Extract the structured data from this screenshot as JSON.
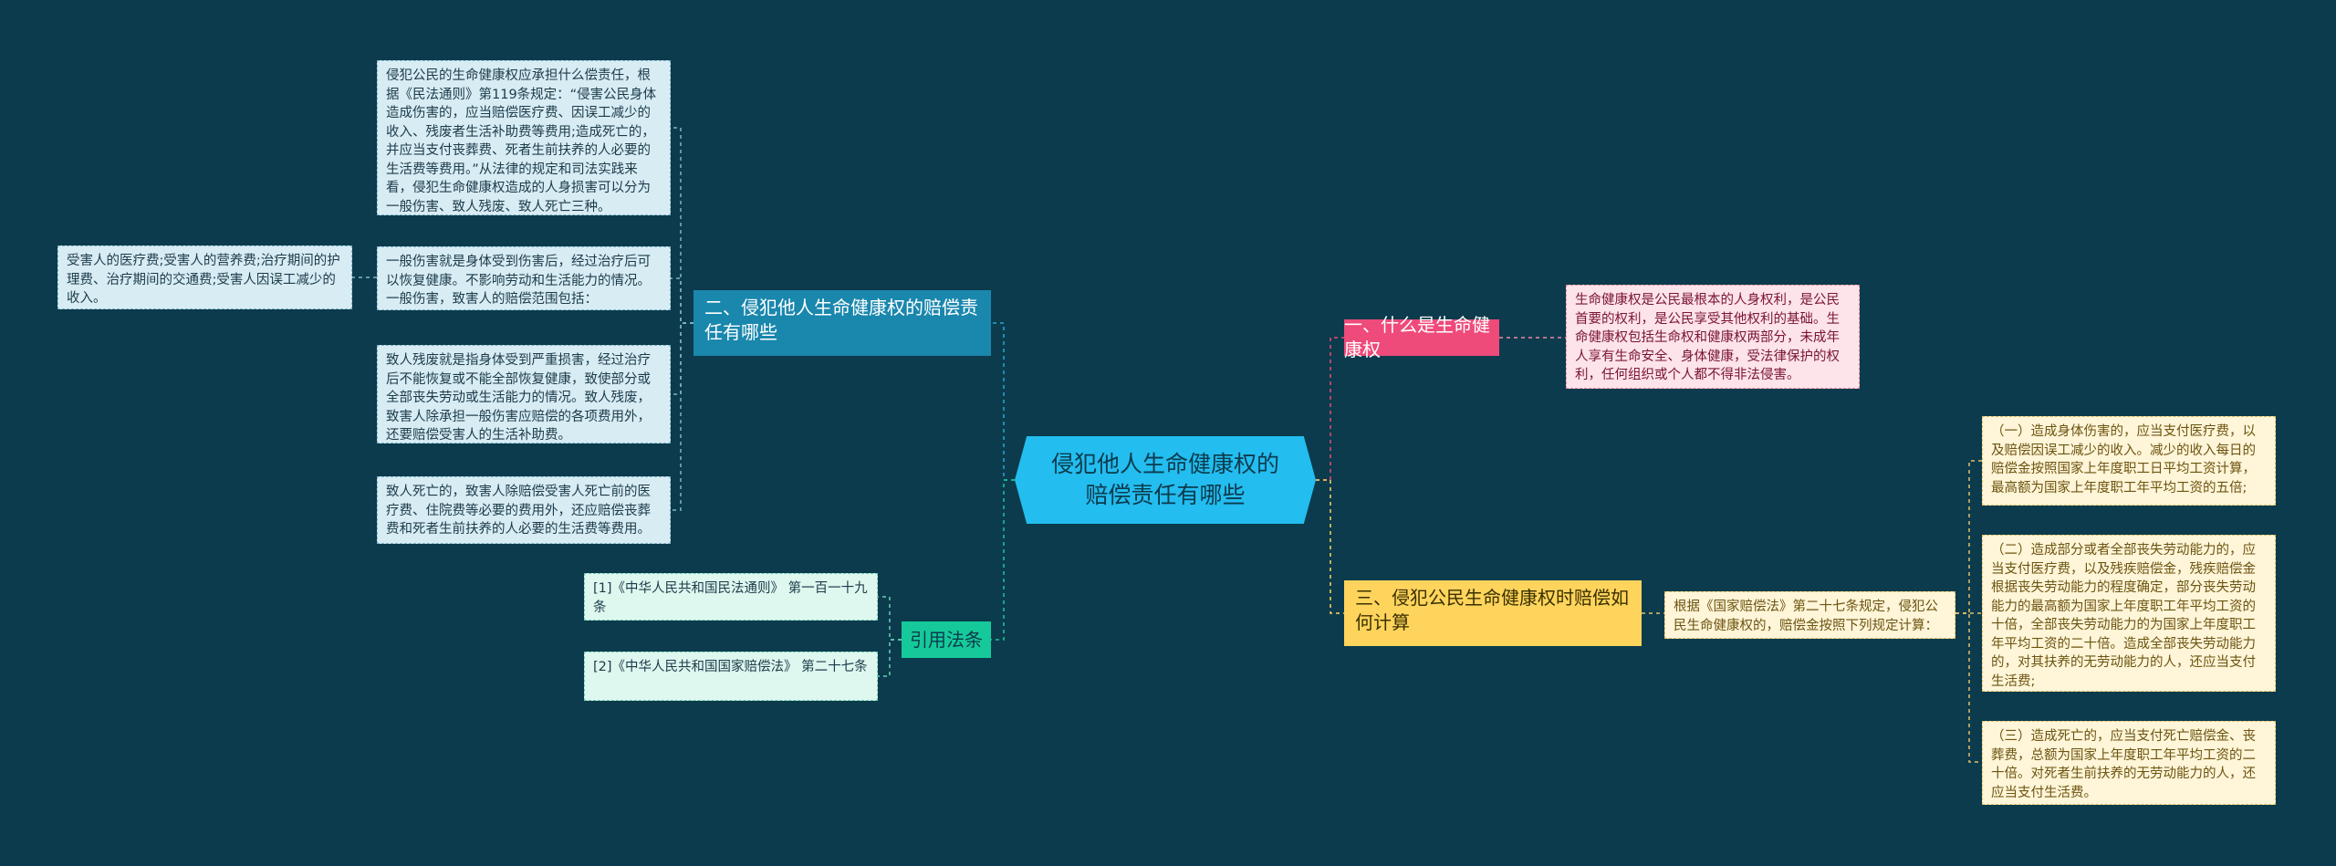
{
  "center": "侵犯他人生命健康权的赔偿责任有哪些",
  "branches": {
    "two": "二、侵犯他人生命健康权的赔偿责任有哪些",
    "cite": "引用法条",
    "one": "一、什么是生命健康权",
    "three": "三、侵犯公民生命健康权时赔偿如何计算"
  },
  "leaves": {
    "two_1": "侵犯公民的生命健康权应承担什么偿责任，根据《民法通则》第119条规定：“侵害公民身体造成伤害的，应当赔偿医疗费、因误工减少的收入、残废者生活补助费等费用;造成死亡的，并应当支付丧葬费、死者生前扶养的人必要的生活费等费用。”从法律的规定和司法实践来看，侵犯生命健康权造成的人身损害可以分为一般伤害、致人残废、致人死亡三种。",
    "two_2": "一般伤害就是身体受到伤害后，经过治疗后可以恢复健康。不影响劳动和生活能力的情况。一般伤害，致害人的赔偿范围包括：",
    "two_2_1": "受害人的医疗费;受害人的营养费;治疗期间的护理费、治疗期间的交通费;受害人因误工减少的收入。",
    "two_3": "致人残废就是指身体受到严重损害，经过治疗后不能恢复或不能全部恢复健康，致使部分或全部丧失劳动或生活能力的情况。致人残废，致害人除承担一般伤害应赔偿的各项费用外，还要赔偿受害人的生活补助费。",
    "two_4": "致人死亡的，致害人除赔偿受害人死亡前的医疗费、住院费等必要的费用外，还应赔偿丧葬费和死者生前扶养的人必要的生活费等费用。",
    "cite_1": "[1]《中华人民共和国民法通则》 第一百一十九条",
    "cite_2": "[2]《中华人民共和国国家赔偿法》 第二十七条",
    "one_1": "生命健康权是公民最根本的人身权利，是公民首要的权利，是公民享受其他权利的基础。生命健康权包括生命权和健康权两部分，未成年人享有生命安全、身体健康，受法律保护的权利，任何组织或个人都不得非法侵害。",
    "three_1": "根据《国家赔偿法》第二十七条规定，侵犯公民生命健康权的，赔偿金按照下列规定计算：",
    "three_1_1": "（一）造成身体伤害的，应当支付医疗费，以及赔偿因误工减少的收入。减少的收入每日的赔偿金按照国家上年度职工日平均工资计算，最高额为国家上年度职工年平均工资的五倍;",
    "three_1_2": "（二）造成部分或者全部丧失劳动能力的，应当支付医疗费，以及残疾赔偿金，残疾赔偿金根据丧失劳动能力的程度确定，部分丧失劳动能力的最高额为国家上年度职工年平均工资的十倍，全部丧失劳动能力的为国家上年度职工年平均工资的二十倍。造成全部丧失劳动能力的，对其扶养的无劳动能力的人，还应当支付生活费;",
    "three_1_3": "（三）造成死亡的，应当支付死亡赔偿金、丧葬费，总额为国家上年度职工年平均工资的二十倍。对死者生前扶养的无劳动能力的人，还应当支付生活费。"
  },
  "colors": {
    "background": "#0b3b4c",
    "center": "#23bdf0",
    "blue": "#1a87ad",
    "green": "#16c99a",
    "pink": "#ee4a7a",
    "yellow": "#ffd45c"
  }
}
